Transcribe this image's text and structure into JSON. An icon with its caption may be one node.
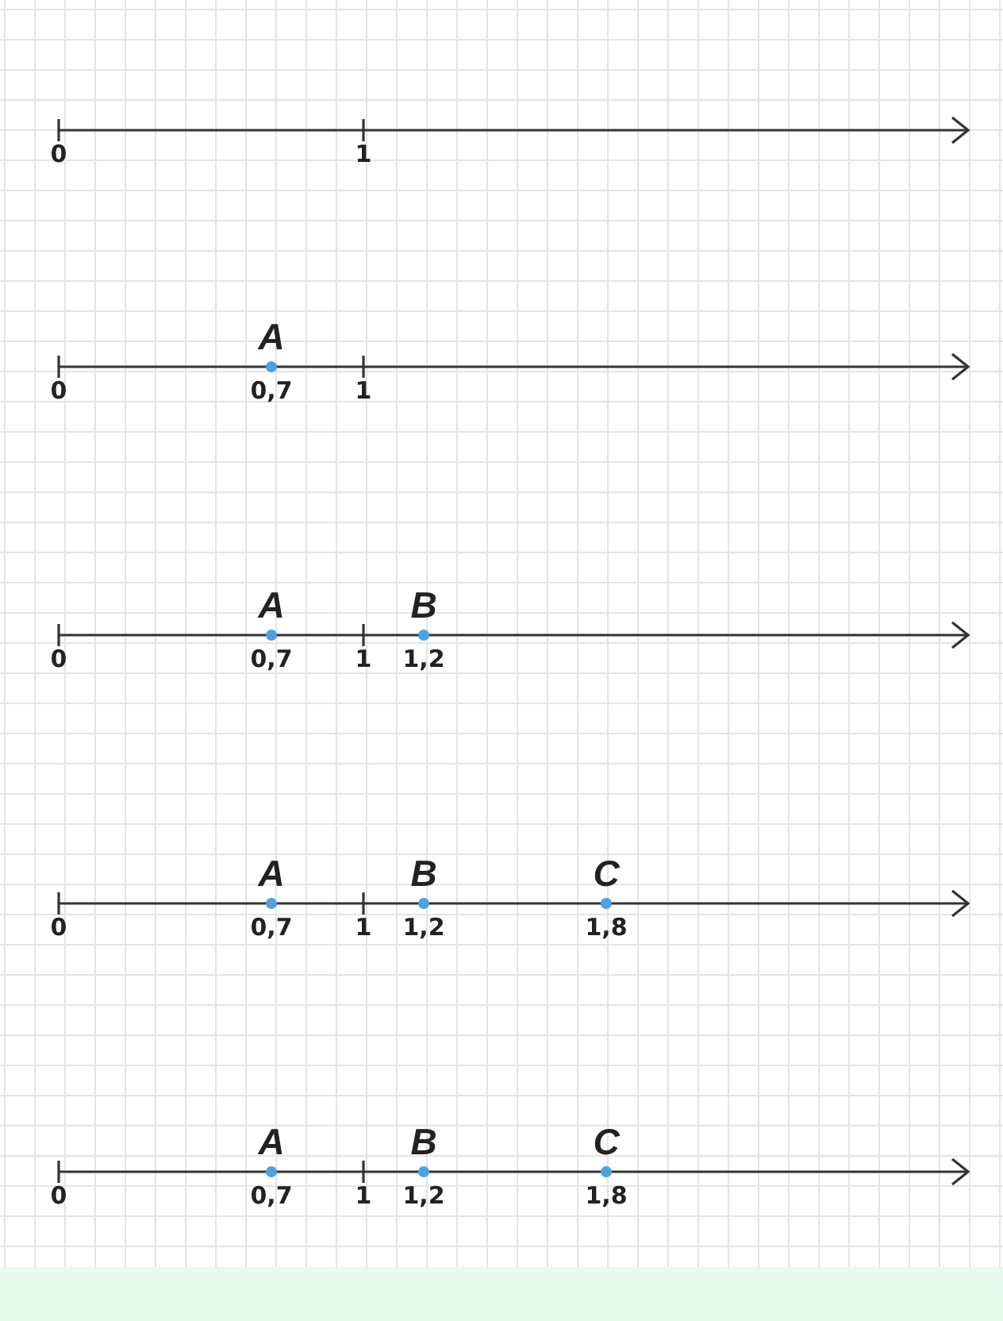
{
  "diagram": {
    "labels": [
      "0",
      "1",
      "A",
      "0",
      "0,7",
      "1",
      "A",
      "B",
      "0",
      "0,7",
      "1",
      "1,2",
      "A",
      "B",
      "C",
      "0",
      "0,7",
      "1",
      "1,2",
      "1,8",
      "A",
      "B",
      "C",
      "0",
      "0,7",
      "1",
      "1,2",
      "1,8"
    ]
  }
}
